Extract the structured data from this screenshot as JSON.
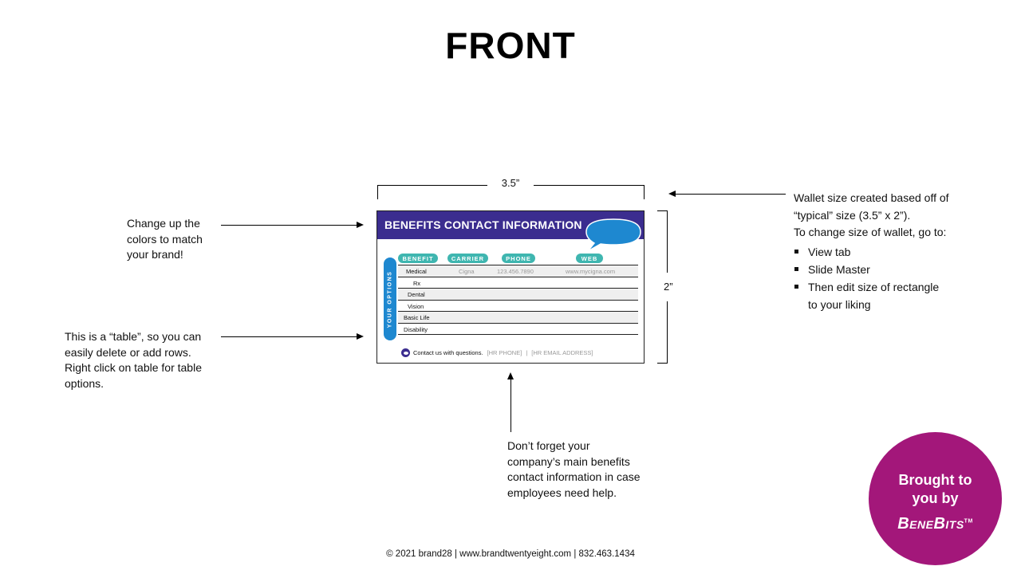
{
  "page": {
    "title": "FRONT"
  },
  "notes": {
    "colors": [
      "Change up the",
      "colors to match",
      "your brand!"
    ],
    "table": [
      "This is a “table”, so you can",
      "easily delete or add rows.",
      "Right click on table for table",
      "options."
    ],
    "contact": [
      "Don’t forget your",
      "company’s main benefits",
      "contact information in case",
      "employees need help."
    ],
    "wallet": {
      "lines": [
        "Wallet size created based off of",
        "“typical” size (3.5” x 2”).",
        "To change size of wallet, go to:"
      ],
      "steps": [
        "View tab",
        "Slide Master",
        "Then edit size of rectangle",
        "to your liking"
      ]
    }
  },
  "dimensions": {
    "width_label": "3.5”",
    "height_label": "2”"
  },
  "card": {
    "title": "BENEFITS CONTACT INFORMATION",
    "side_tab": "YOUR OPTIONS",
    "headers": {
      "benefit": "BENEFIT",
      "carrier": "CARRIER",
      "phone": "PHONE",
      "web": "WEB"
    },
    "rows": [
      {
        "benefit": "Medical",
        "carrier": "Cigna",
        "phone": "123.456.7890",
        "web": "www.mycigna.com"
      },
      {
        "benefit": "Rx",
        "carrier": "",
        "phone": "",
        "web": ""
      },
      {
        "benefit": "Dental",
        "carrier": "",
        "phone": "",
        "web": ""
      },
      {
        "benefit": "Vision",
        "carrier": "",
        "phone": "",
        "web": ""
      },
      {
        "benefit": "Basic Life",
        "carrier": "",
        "phone": "",
        "web": ""
      },
      {
        "benefit": "Disability",
        "carrier": "",
        "phone": "",
        "web": ""
      }
    ],
    "footer": {
      "text": "Contact us with questions.",
      "phone": "[HR PHONE]",
      "separator": "|",
      "email": "[HR EMAIL ADDRESS]"
    },
    "colors": {
      "header": "#3b2d8f",
      "bubble": "#1e88d0",
      "pill": "#3fb6b0"
    }
  },
  "footer": {
    "copyright": "© 2021 brand28 | www.brandtwentyeight.com   | 832.463.1434"
  },
  "badge": {
    "line1": "Brought to",
    "line2": "you by",
    "brand": "BeneBits",
    "trademark": "TM",
    "color": "#a3177a"
  }
}
